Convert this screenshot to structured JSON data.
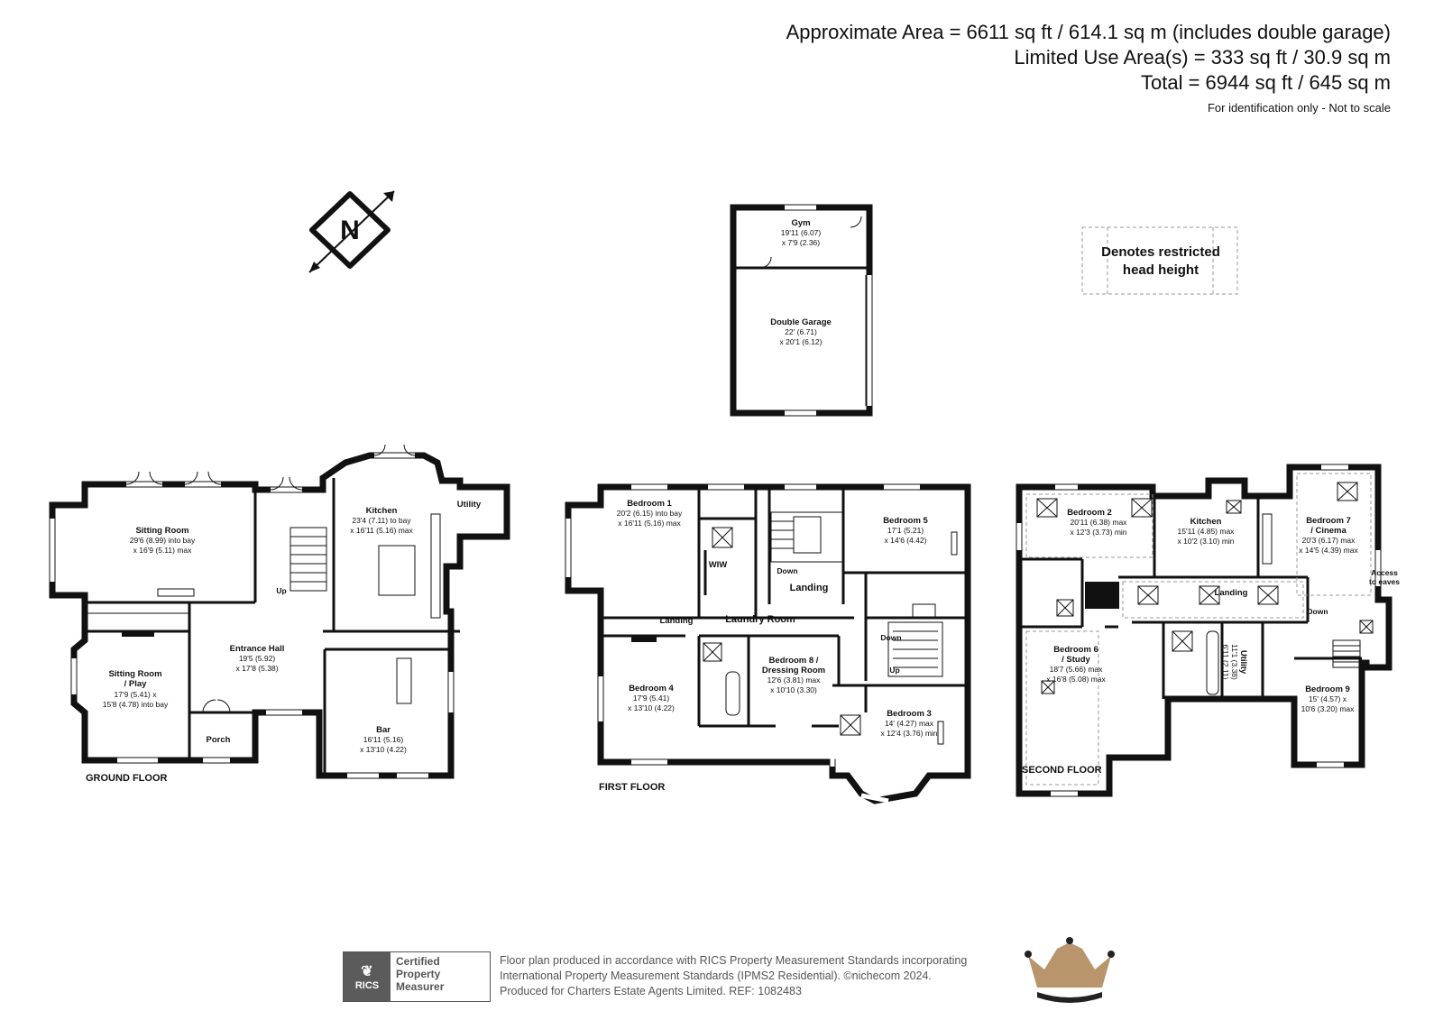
{
  "header": {
    "line1": "Approximate Area = 6611 sq ft / 614.1 sq m (includes double garage)",
    "line2": "Limited Use Area(s) = 333 sq ft / 30.9 sq m",
    "line3": "Total = 6944 sq ft / 645 sq m",
    "note": "For identification only - Not to scale"
  },
  "compass": {
    "label": "N"
  },
  "legend": {
    "line1": "Denotes restricted",
    "line2": "head height"
  },
  "floors": {
    "ground": "GROUND FLOOR",
    "first": "FIRST FLOOR",
    "second": "SECOND FLOOR"
  },
  "rooms": {
    "gym": {
      "name": "Gym",
      "d1": "19'11 (6.07)",
      "d2": "x 7'9 (2.36)"
    },
    "garage": {
      "name": "Double Garage",
      "d1": "22' (6.71)",
      "d2": "x 20'1 (6.12)"
    },
    "sitting": {
      "name": "Sitting Room",
      "d1": "29'6 (8.99) into bay",
      "d2": "x 16'9 (5.11) max"
    },
    "kitchen_g": {
      "name": "Kitchen",
      "d1": "23'4 (7.11) to bay",
      "d2": "x 16'11 (5.16) max"
    },
    "utility_g": {
      "name": "Utility"
    },
    "sitting_play": {
      "name1": "Sitting Room",
      "name2": "/ Play",
      "d1": "17'9 (5.41) x",
      "d2": "15'8 (4.78) into bay"
    },
    "entrance": {
      "name": "Entrance Hall",
      "d1": "19'5 (5.92)",
      "d2": "x 17'8 (5.38)"
    },
    "porch": {
      "name": "Porch"
    },
    "bar": {
      "name": "Bar",
      "d1": "16'11 (5.16)",
      "d2": "x 13'10 (4.22)"
    },
    "bed1": {
      "name": "Bedroom 1",
      "d1": "20'2 (6.15) into bay",
      "d2": "x 16'11 (5.16) max"
    },
    "wiw": {
      "name": "WIW"
    },
    "bed5": {
      "name": "Bedroom 5",
      "d1": "17'1 (5.21)",
      "d2": "x 14'6 (4.42)"
    },
    "landing1": {
      "name": "Landing"
    },
    "landing1b": {
      "name": "Landing"
    },
    "laundry": {
      "name": "Laundry Room"
    },
    "bed4": {
      "name": "Bedroom 4",
      "d1": "17'9 (5.41)",
      "d2": "x 13'10 (4.22)"
    },
    "bed8": {
      "name1": "Bedroom 8 /",
      "name2": "Dressing Room",
      "d1": "12'6 (3.81) max",
      "d2": "x 10'10 (3.30)"
    },
    "bed3": {
      "name": "Bedroom 3",
      "d1": "14' (4.27) max",
      "d2": "x 12'4 (3.76) min"
    },
    "bed2": {
      "name": "Bedroom 2",
      "d1": "20'11 (6.38) max",
      "d2": "x 12'3 (3.73) min"
    },
    "kitchen_s": {
      "name": "Kitchen",
      "d1": "15'11 (4.85) max",
      "d2": "x 10'2 (3.10) min"
    },
    "bed7": {
      "name1": "Bedroom 7",
      "name2": "/ Cinema",
      "d1": "20'3 (6.17) max",
      "d2": "x 14'5 (4.39) max"
    },
    "landing2": {
      "name": "Landing"
    },
    "bed6": {
      "name1": "Bedroom 6",
      "name2": "/ Study",
      "d1": "18'7 (5.66) max",
      "d2": "x 16'8 (5.08) max"
    },
    "utility_s": {
      "name": "Utility",
      "d1": "11'1 (3.38)",
      "d2": "6'11 (2.11)"
    },
    "bed9": {
      "name": "Bedroom 9",
      "d1": "15' (4.57) x",
      "d2": "10'6 (3.20) max"
    }
  },
  "labels": {
    "up_g": "Up",
    "down_f1": "Down",
    "down_f2": "Down",
    "up_f": "Up",
    "down_s": "Down",
    "eaves1": "Access",
    "eaves2": "to eaves"
  },
  "footer": {
    "badge1": "Certified",
    "badge2": "Property",
    "badge3": "Measurer",
    "badge_logo": "RICS",
    "line1": "Floor plan produced in accordance with RICS Property Measurement Standards incorporating",
    "line2": "International Property Measurement Standards (IPMS2 Residential).  ©nichecom 2024.",
    "line3": "Produced for Charters Estate Agents Limited.   REF:  1082483"
  }
}
